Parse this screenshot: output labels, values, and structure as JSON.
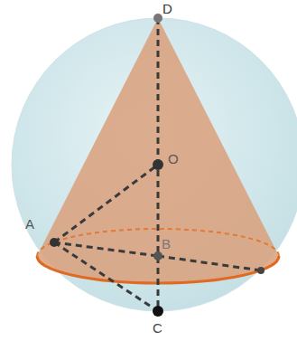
{
  "diagram": {
    "labels": [
      "D",
      "O",
      "A",
      "B",
      "C"
    ]
  }
}
